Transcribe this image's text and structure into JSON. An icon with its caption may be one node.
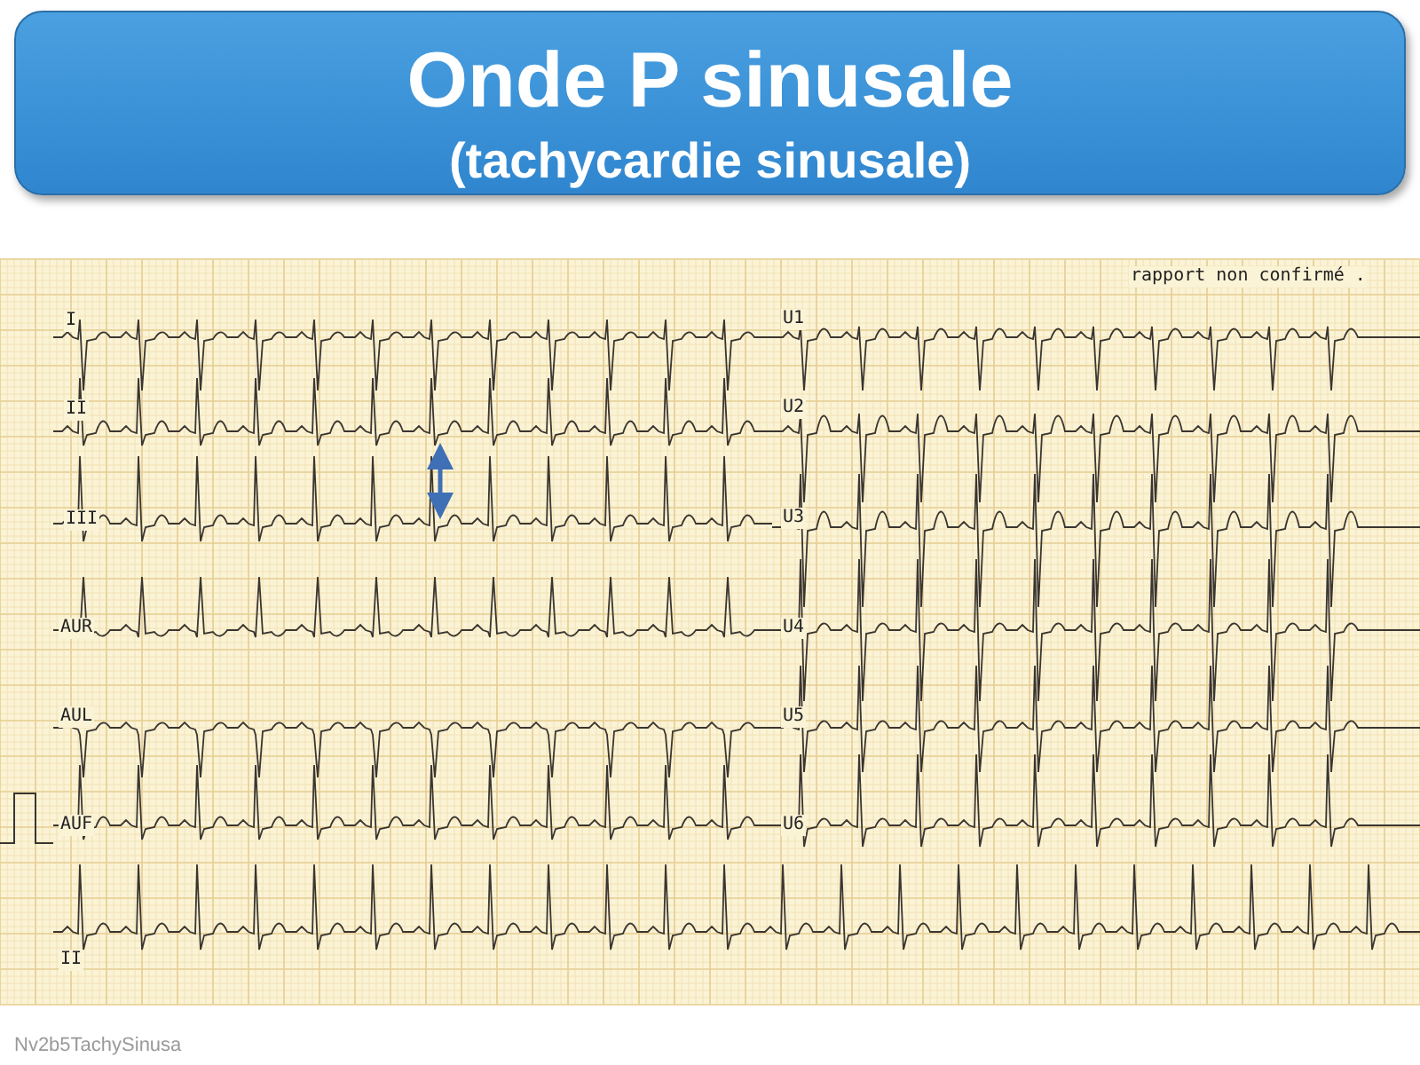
{
  "diagram": {
    "nodes": [
      {
        "text": [
          "Onde P sinusale",
          "(tachycardie sinusale)"
        ]
      }
    ],
    "labels": [
      "rapport non confirmé .",
      "I",
      "U1",
      "II",
      "U2",
      "III",
      "U3",
      "AUR",
      "U4",
      "AUL",
      "U5",
      "AUF",
      "U6",
      "II",
      "Nv2b5TachySinusa"
    ]
  }
}
